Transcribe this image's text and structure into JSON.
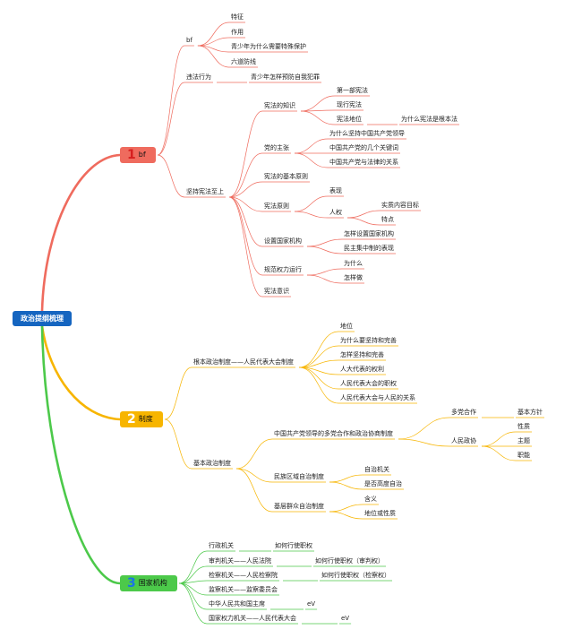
{
  "root": {
    "label": "政治提纲梳理"
  },
  "branches": [
    {
      "num": "1",
      "label": "bf",
      "color": "#ef6b5e"
    },
    {
      "num": "2",
      "label": "制度",
      "color": "#f7b500"
    },
    {
      "num": "3",
      "label": "国家机构",
      "color": "#4cc94a"
    }
  ],
  "n": {
    "bf": "bf",
    "tezheng": "特征",
    "zuoyong": "作用",
    "qsn_baohu": "青少年为什么需要特殊保护",
    "liudao": "六道防线",
    "weifa": "违法行为",
    "qsn_yufang": "青少年怎样预防自我犯罪",
    "jianchi": "坚持宪法至上",
    "xf_zhishi": "宪法的知识",
    "diyibu": "第一部宪法",
    "xianxing": "现行宪法",
    "xf_diwei": "宪法地位",
    "genben_fa": "为什么宪法是根本法",
    "dangzhu": "党的主张",
    "wsm_jianchi": "为什么坚持中国共产党领导",
    "jige_gjc": "中国共产党的几个关键词",
    "dang_falv": "中国共产党与法律的关系",
    "jiben_yuanze": "宪法的基本原则",
    "xf_yuanze": "宪法原则",
    "biaoxian": "表现",
    "renquan": "人权",
    "shixian": "实质内容目标",
    "tedian": "特点",
    "shezhi": "设置国家机构",
    "zenyang_shezhi": "怎样设置国家机构",
    "minzhu_jizhong": "民主集中制的表现",
    "guifan": "规范权力运行",
    "weishenme": "为什么",
    "zenyangzuo": "怎样做",
    "xf_yishi": "宪法意识",
    "genben_zz": "根本政治制度——人民代表大会制度",
    "diwei": "地位",
    "wsm_wanshan": "为什么要坚持和完善",
    "zenyang_wanshan": "怎样坚持和完善",
    "rd_quanli": "人大代表的权利",
    "rd_zhiquan": "人民代表大会的职权",
    "rd_guanxi": "人民代表大会与人民的关系",
    "jiben_zz": "基本政治制度",
    "dangpai": "中国共产党领导的多党合作和政治协商制度",
    "duodang": "多党合作",
    "jiben_fangzhen": "基本方针",
    "zhengxie": "人民政协",
    "xingzhi": "性质",
    "zhuti": "主题",
    "zhineng": "职能",
    "minzu_zizhi": "民族区域自治制度",
    "zizhi_jiguan": "自治机关",
    "gaodu_zizhi": "是否高度自治",
    "jiceng": "基层群众自治制度",
    "hanyi": "含义",
    "diwei_xingzhi": "地位或性质",
    "xingzheng": "行政机关",
    "xingshi1": "如何行使职权",
    "shenpan": "审判机关——人民法院",
    "xingshi2": "如何行使职权（审判权）",
    "jiancha": "检察机关——人民检察院",
    "xingshi3": "如何行使职权（检察权）",
    "jiancha_jg": "监察机关——监察委员会",
    "zhuxi": "中华人民共和国主席",
    "ev1": "eV",
    "quanli_jg": "国家权力机关——人民代表大会",
    "ev2": "eV"
  }
}
